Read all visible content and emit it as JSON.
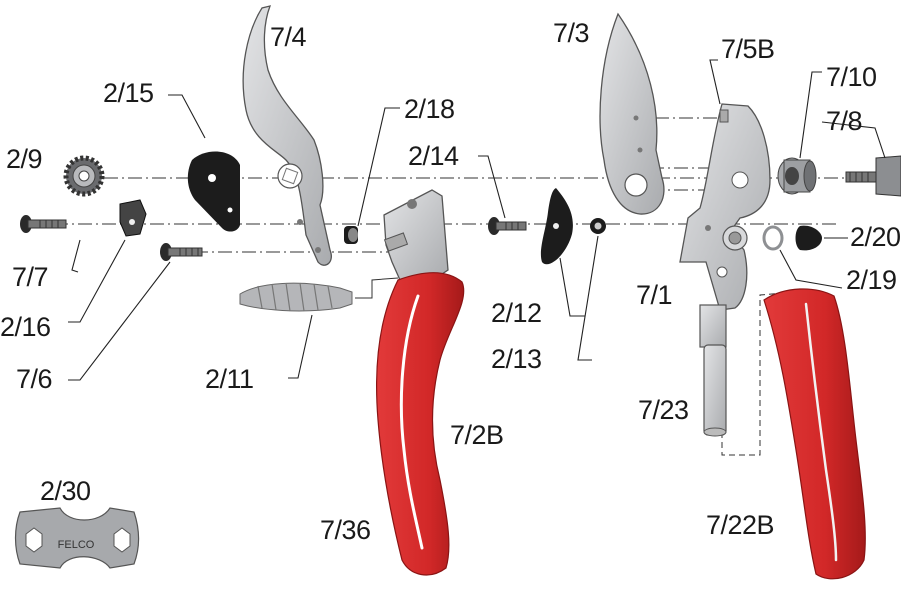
{
  "colors": {
    "metal": "#c9cacc",
    "metal_dark": "#8e9093",
    "handle_red": "#d52b2b",
    "handle_red_dark": "#a81c1c",
    "black_part": "#1c1c1c",
    "line": "#222222"
  },
  "labels": {
    "p_7_4": "7/4",
    "p_7_3": "7/3",
    "p_7_5b": "7/5B",
    "p_7_10": "7/10",
    "p_7_8": "7/8",
    "p_2_15": "2/15",
    "p_2_18": "2/18",
    "p_2_14": "2/14",
    "p_2_9": "2/9",
    "p_2_20": "2/20",
    "p_2_19": "2/19",
    "p_7_7": "7/7",
    "p_2_16": "2/16",
    "p_7_6": "7/6",
    "p_2_12": "2/12",
    "p_2_13": "2/13",
    "p_7_1": "7/1",
    "p_2_11": "2/11",
    "p_7_23": "7/23",
    "p_7_2b": "7/2B",
    "p_7_36": "7/36",
    "p_7_22b": "7/22B",
    "p_2_30": "2/30"
  },
  "tool_engraving": "FELCO"
}
